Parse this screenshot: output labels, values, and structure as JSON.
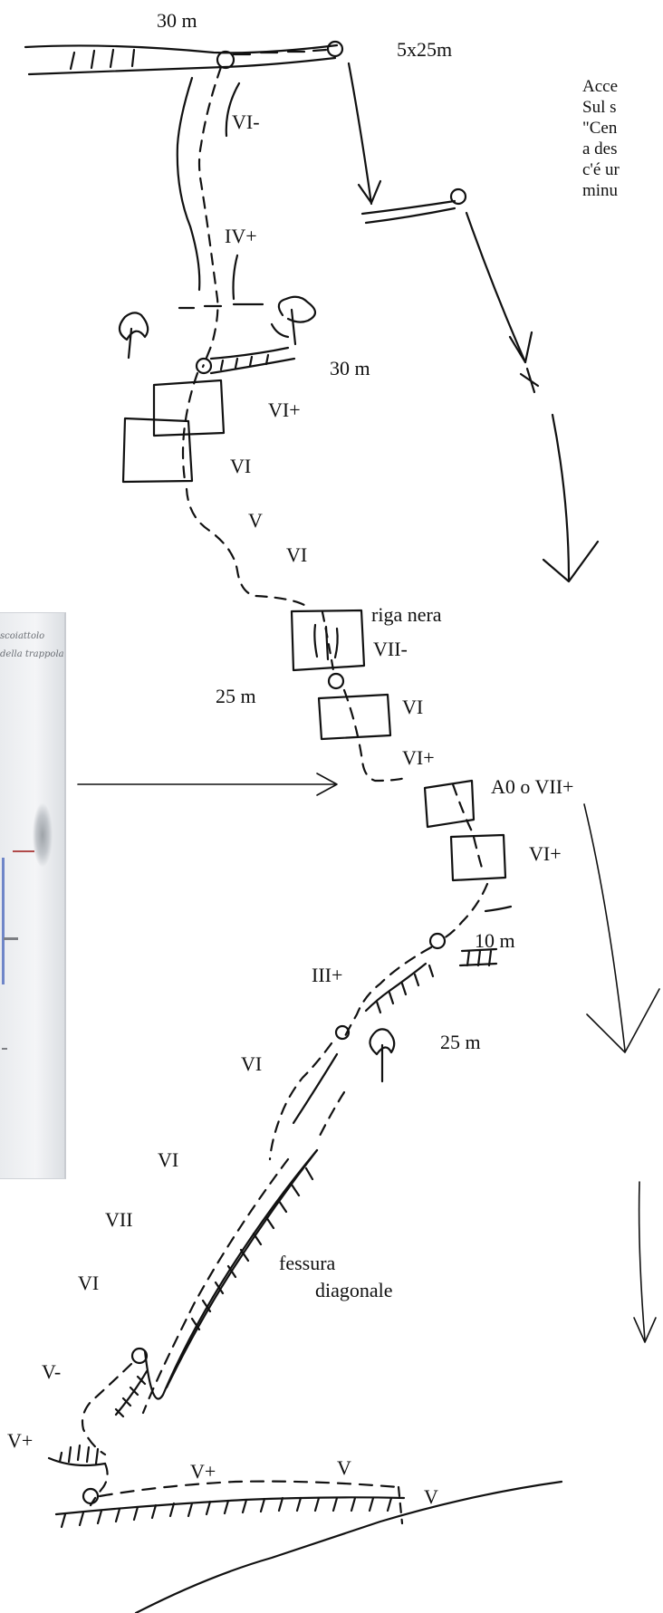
{
  "labels": {
    "top_30m": "30 m",
    "rappel": "5x25m",
    "vi_minus_1": "VI-",
    "iv_plus": "IV+",
    "mid_30m": "30 m",
    "vi_plus_1": "VI+",
    "vi_1": "VI",
    "v_1": "V",
    "vi_2": "VI",
    "riga_nera": "riga nera",
    "vii_minus": "VII-",
    "m25_1": "25 m",
    "vi_3": "VI",
    "vi_plus_2": "VI+",
    "a0_vii_plus": "A0 o VII+",
    "vi_plus_3": "VI+",
    "m10": "10 m",
    "iii_plus": "III+",
    "m25_2": "25 m",
    "vi_4": "VI",
    "vi_5": "VI",
    "vii": "VII",
    "vi_6": "VI",
    "fessura": "fessura",
    "diagonale": "diagonale",
    "v_minus": "V-",
    "v_plus_1": "V+",
    "v_plus_2": "V+",
    "v_2": "V",
    "v_3": "V"
  },
  "note_lines": [
    "Acce",
    "Sul s",
    "\"Cen",
    "a des",
    "c'é ur",
    "minu"
  ],
  "photo": {
    "caption_1": "scoiattolo",
    "caption_2": "della trappola"
  },
  "colors": {
    "ink": "#111111",
    "photo_bg": "#eceef1",
    "rope": "#6f86c8"
  }
}
